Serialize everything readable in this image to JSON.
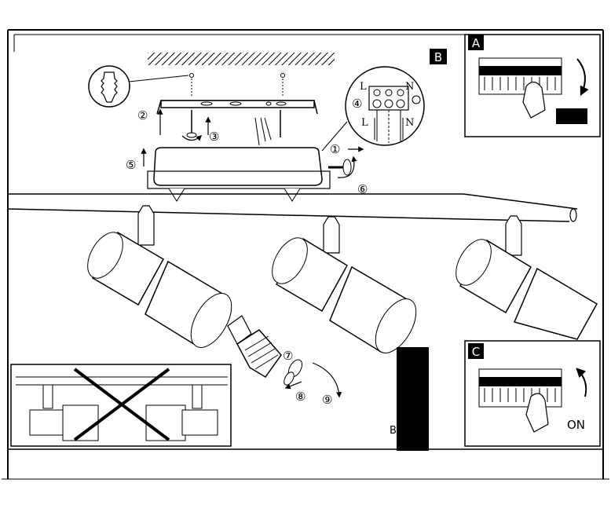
{
  "panels": {
    "main_label": "B",
    "switch_off_label": "A",
    "switch_on_label": "C",
    "on_text": "ON"
  },
  "steps": [
    "①",
    "②",
    "③",
    "④",
    "⑤",
    "⑥",
    "⑦",
    "⑧",
    "⑨"
  ],
  "terminals": {
    "top": [
      "L",
      "N"
    ],
    "bottom": [
      "L",
      "N"
    ]
  },
  "model_code": "B   35"
}
